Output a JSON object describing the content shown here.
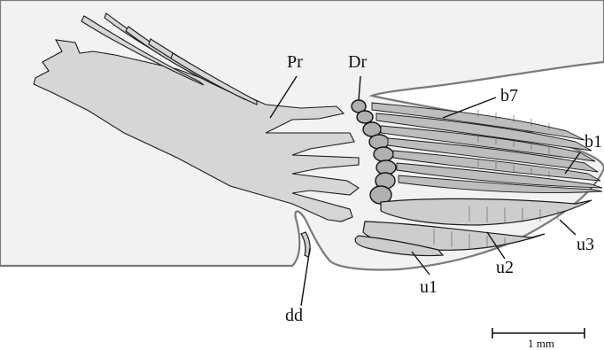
{
  "labels": {
    "pr": "Pr",
    "dr": "Dr",
    "b7": "b7",
    "b1": "b1",
    "u3": "u3",
    "u2": "u2",
    "u1": "u1",
    "dd": "dd"
  },
  "scale_bar": {
    "label": "1 mm"
  },
  "colors": {
    "body_fill": "#f2f2f2",
    "body_outline": "#7a7a7a",
    "bone_fill": "#cdcdcd",
    "ink": "#111111"
  }
}
